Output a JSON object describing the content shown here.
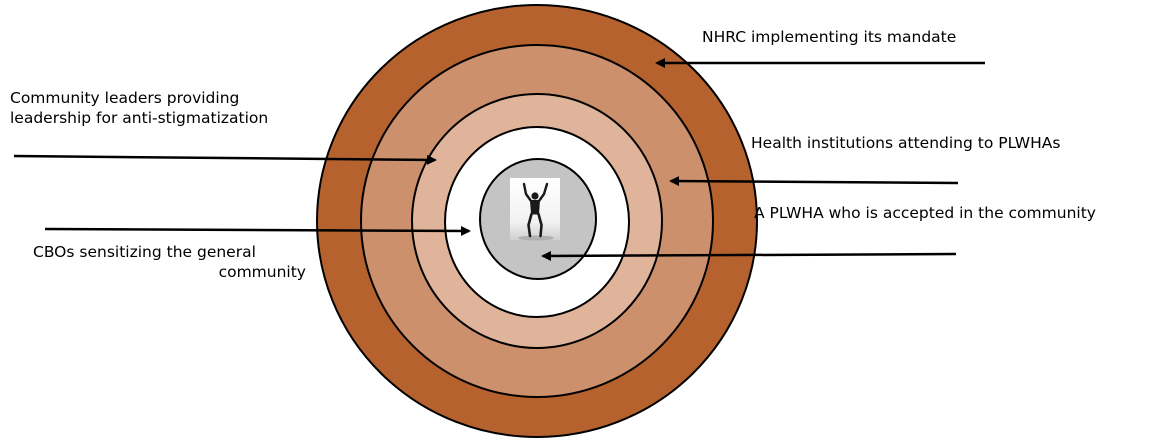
{
  "diagram": {
    "labels": {
      "nhrc": "NHRC implementing its mandate",
      "leaders_line1": "Community leaders providing",
      "leaders_line2": "leadership for anti-stigmatization",
      "health": "Health institutions attending to PLWHAs",
      "plwha": "A PLWHA who is accepted in the community",
      "cbo_line1": "CBOs sensitizing the general",
      "cbo_line2": "community"
    },
    "rings": [
      {
        "name": "nhrc-ring",
        "color": "#b5622e"
      },
      {
        "name": "health-ring",
        "color": "#cc906d"
      },
      {
        "name": "leaders-ring",
        "color": "#e0b49a"
      },
      {
        "name": "cbo-ring",
        "color": "#ffffff"
      },
      {
        "name": "plwha-core",
        "color": "#c4c4c4"
      }
    ],
    "center_icon": "person-arms-raised-icon",
    "arrow_color": "#000000"
  }
}
